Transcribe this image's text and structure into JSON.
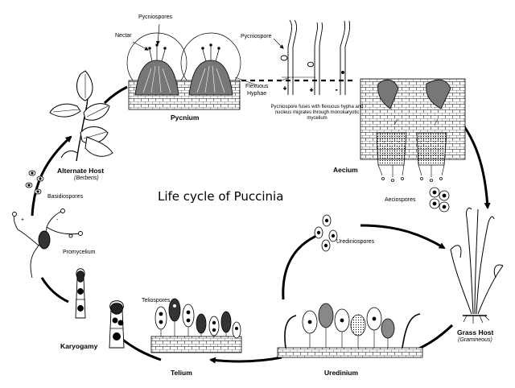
{
  "title": "Life cycle  of Puccinia",
  "labels": {
    "pycniospores": "Pycniospores",
    "nectar": "Nectar",
    "pycniospore": "Pycniospore",
    "flexuous_hyphae_1": "Flexuous",
    "flexuous_hyphae_2": "Hyphae",
    "pycnium": "Pycnium",
    "fusion_note": "Pycniospore fuses with flexuous hypha and nucleus migrates through monokaryotic mycelium",
    "aecium": "Aecium",
    "aeciospores": "Aeciospores",
    "alternate_host": "Alternate Host",
    "berberis": "(Berberis)",
    "basidiospores": "Basidiospores",
    "promycelium": "Promycelium",
    "urediniospores": "Urediniospores",
    "teliospores": "Teliospores",
    "karyogamy": "Karyogamy",
    "telium": "Telium",
    "uredinium": "Uredinium",
    "grass_host": "Grass Host",
    "gramineous": "(Gramineous)"
  },
  "colors": {
    "ink": "#000000",
    "paper": "#ffffff",
    "shade": "#555555"
  }
}
